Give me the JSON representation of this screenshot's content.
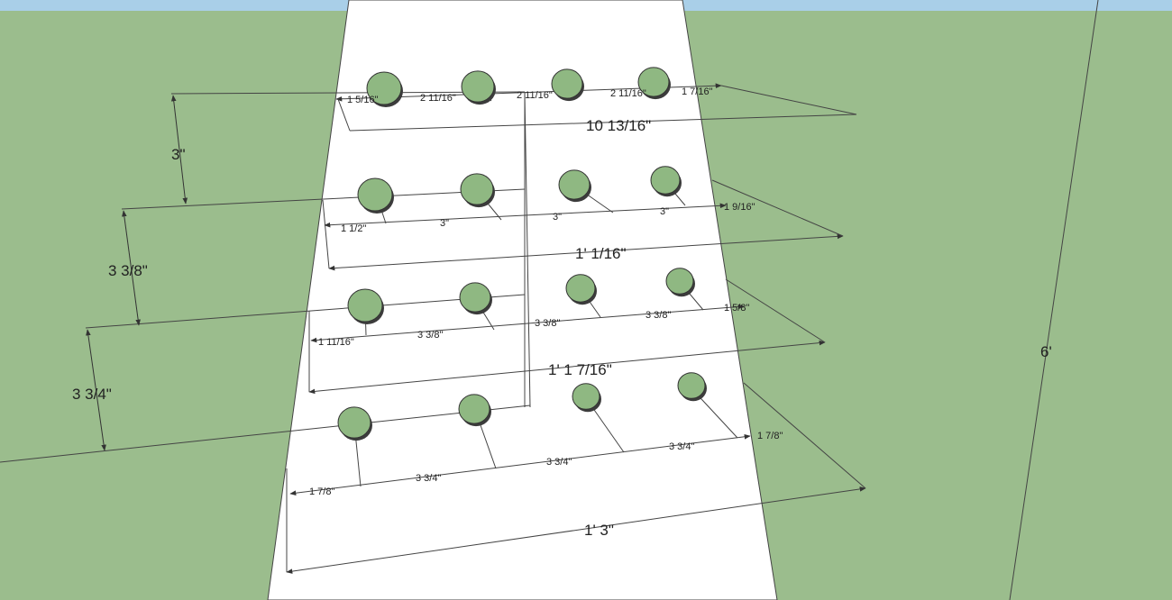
{
  "viewport": {
    "sky_color": "#a9cfe8",
    "ground_color": "#9bbd8d",
    "board_color": "#ffffff",
    "hole_color": "#8fb882",
    "line_color": "#333333"
  },
  "rows": [
    {
      "spacing_labels": [
        "1 5/16\"",
        "2 11/16\"",
        "2 11/16\"",
        "2 11/16\"",
        "1 7/16\""
      ],
      "total_label": "10 13/16\""
    },
    {
      "spacing_labels": [
        "1 1/2\"",
        "3\"",
        "3\"",
        "3\"",
        "1 9/16\""
      ],
      "total_label": "1' 1/16\""
    },
    {
      "spacing_labels": [
        "1 11/16\"",
        "3 3/8\"",
        "3 3/8\"",
        "3 3/8\"",
        "1 5/8\""
      ],
      "total_label": "1' 1 7/16\""
    },
    {
      "spacing_labels": [
        "1 7/8\"",
        "3 3/4\"",
        "3 3/4\"",
        "3 3/4\"",
        "1 7/8\""
      ],
      "total_label": "1' 3\""
    }
  ],
  "vertical_dimensions": [
    "3\"",
    "3 3/8\"",
    "3 3/4\""
  ],
  "board_length_label": "6'"
}
